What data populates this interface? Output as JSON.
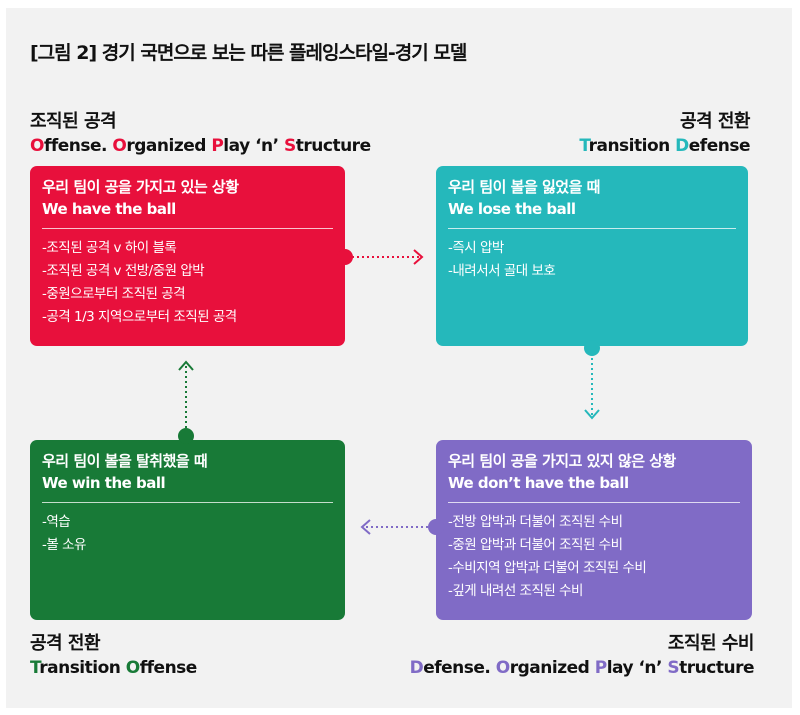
{
  "title": {
    "tag": "[그림 2]",
    "text": " 경기 국면으로 보는 따른 플레잉스타일-경기 모델"
  },
  "colors": {
    "offense": "#e8103c",
    "transition_defense": "#25b8bb",
    "transition_offense": "#187a37",
    "defense": "#806bc6"
  },
  "phases": {
    "offense": {
      "ko": "조직된 공격",
      "en": [
        {
          "t": "O",
          "h": true
        },
        {
          "t": "ffense. ",
          "h": false
        },
        {
          "t": "O",
          "h": true
        },
        {
          "t": "rganized ",
          "h": false
        },
        {
          "t": "P",
          "h": true
        },
        {
          "t": "lay ‘n’ ",
          "h": false
        },
        {
          "t": "S",
          "h": true
        },
        {
          "t": "tructure",
          "h": false
        }
      ],
      "box_title": "우리 팀이 공을 가지고 있는 상황",
      "box_en": "We have the ball",
      "items": [
        "-조직된 공격 v 하이 블록",
        "-조직된 공격 v 전방/중원 압박",
        "-중원으로부터 조직된 공격",
        "-공격 1/3 지역으로부터 조직된 공격"
      ]
    },
    "transition_defense": {
      "ko": "공격 전환",
      "en": [
        {
          "t": "T",
          "h": true
        },
        {
          "t": "ransition ",
          "h": false
        },
        {
          "t": "D",
          "h": true
        },
        {
          "t": "efense",
          "h": false
        }
      ],
      "box_title": "우리 팀이 볼을 잃었을 때",
      "box_en": "We lose the ball",
      "items": [
        "-즉시 압박",
        "-내려서서 골대 보호"
      ]
    },
    "transition_offense": {
      "ko": "공격 전환",
      "en": [
        {
          "t": "T",
          "h": true
        },
        {
          "t": "ransition ",
          "h": false
        },
        {
          "t": "O",
          "h": true
        },
        {
          "t": "ffense",
          "h": false
        }
      ],
      "box_title": "우리 팀이 볼을 탈취했을 때",
      "box_en": "We win the ball",
      "items": [
        "-역습",
        "-볼 소유"
      ]
    },
    "defense": {
      "ko": "조직된 수비",
      "en": [
        {
          "t": "D",
          "h": true
        },
        {
          "t": "efense. ",
          "h": false
        },
        {
          "t": "O",
          "h": true
        },
        {
          "t": "rganized ",
          "h": false
        },
        {
          "t": "P",
          "h": true
        },
        {
          "t": "lay ‘n’ ",
          "h": false
        },
        {
          "t": "S",
          "h": true
        },
        {
          "t": "tructure",
          "h": false
        }
      ],
      "box_title": "우리 팀이 공을 가지고 있지 않은 상황",
      "box_en": "We don’t have the ball",
      "items": [
        "-전방 압박과 더불어 조직된 수비",
        "-중원 압박과 더불어 조직된 수비",
        "-수비지역 압박과 더불어 조직된 수비",
        "-깊게 내려선 조직된 수비"
      ]
    }
  }
}
